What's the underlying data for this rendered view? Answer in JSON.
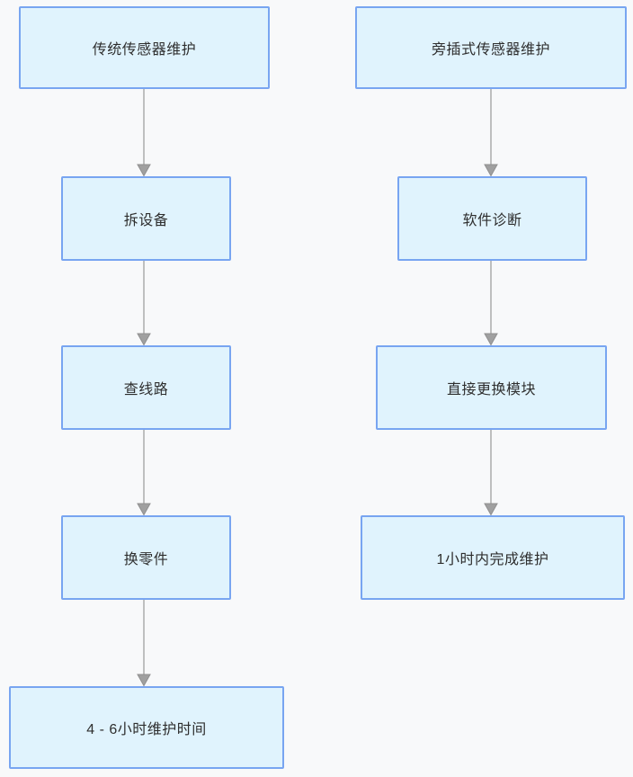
{
  "diagram": {
    "type": "flowchart",
    "direction": "top-down",
    "flows": [
      {
        "name": "traditional-sensor-maintenance",
        "nodes": [
          {
            "label": "传统传感器维护"
          },
          {
            "label": "拆设备"
          },
          {
            "label": "查线路"
          },
          {
            "label": "换零件"
          },
          {
            "label": "4 - 6小时维护时间"
          }
        ],
        "edges": [
          {
            "from": 0,
            "to": 1
          },
          {
            "from": 1,
            "to": 2
          },
          {
            "from": 2,
            "to": 3
          },
          {
            "from": 3,
            "to": 4
          }
        ]
      },
      {
        "name": "plugin-sensor-maintenance",
        "nodes": [
          {
            "label": "旁插式传感器维护"
          },
          {
            "label": "软件诊断"
          },
          {
            "label": "直接更换模块"
          },
          {
            "label": "1小时内完成维护"
          }
        ],
        "edges": [
          {
            "from": 0,
            "to": 1
          },
          {
            "from": 1,
            "to": 2
          },
          {
            "from": 2,
            "to": 3
          }
        ]
      }
    ]
  },
  "colors": {
    "bg": "#f8f9fa",
    "node-fill": "#e0f3fd",
    "node-border": "#78a5f1",
    "arrow-line": "#b0b0b0",
    "arrow-head": "#a0a0a0",
    "arrow-head-stroke": "#8f8f8f",
    "text": "#2e2e2e"
  }
}
